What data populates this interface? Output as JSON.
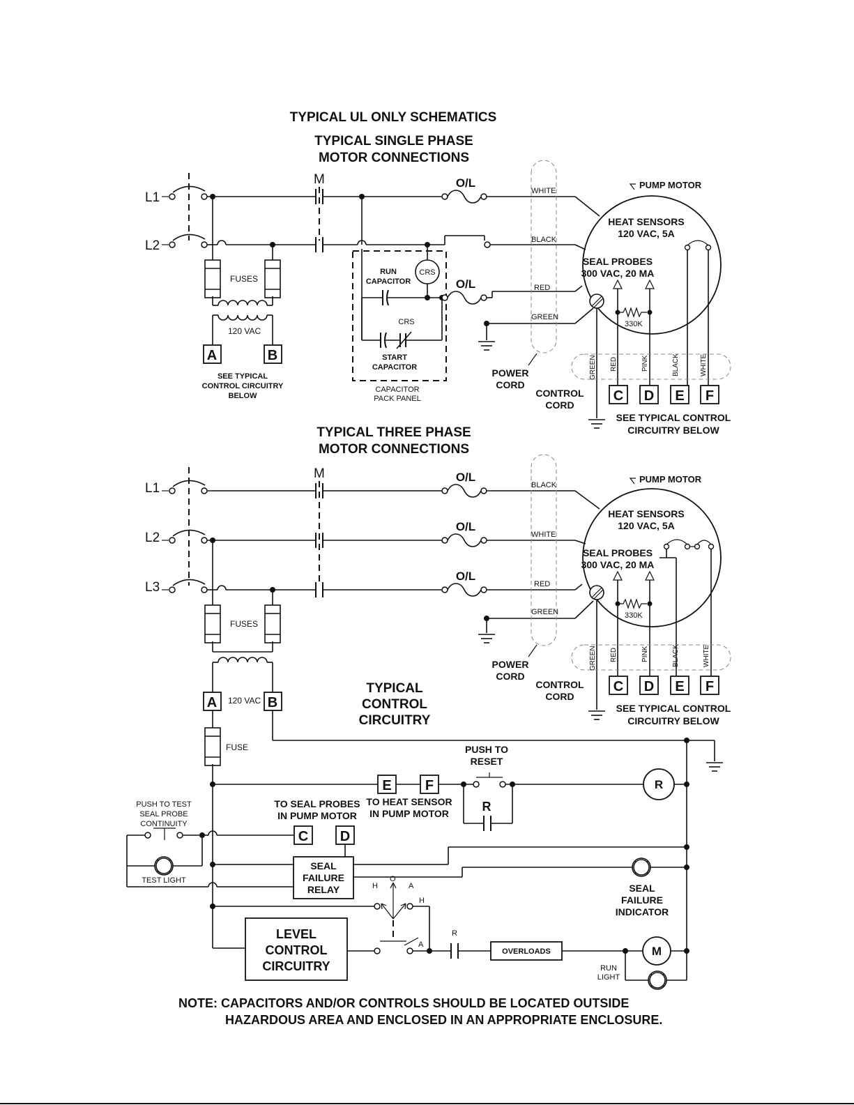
{
  "titles": {
    "main": "TYPICAL UL ONLY SCHEMATICS",
    "single_phase_1": "TYPICAL SINGLE PHASE",
    "single_phase_2": "MOTOR CONNECTIONS",
    "three_phase_1": "TYPICAL THREE PHASE",
    "three_phase_2": "MOTOR CONNECTIONS",
    "control_1": "TYPICAL",
    "control_2": "CONTROL",
    "control_3": "CIRCUITRY"
  },
  "lines": {
    "l1": "L1",
    "l2": "L2",
    "l3": "L3"
  },
  "labels": {
    "m": "M",
    "ol": "O/L",
    "fuses": "FUSES",
    "fuse": "FUSE",
    "vac120": "120 VAC",
    "see_ctrl_1": "SEE TYPICAL",
    "see_ctrl_2": "CONTROL CIRCUITRY",
    "see_ctrl_3": "BELOW",
    "run_cap_1": "RUN",
    "run_cap_2": "CAPACITOR",
    "crs": "CRS",
    "start_cap_1": "START",
    "start_cap_2": "CAPACITOR",
    "cap_pack_1": "CAPACITOR",
    "cap_pack_2": "PACK PANEL",
    "power_cord_1": "POWER",
    "power_cord_2": "CORD",
    "control_cord_1": "CONTROL",
    "control_cord_2": "CORD",
    "pump_motor": "PUMP MOTOR",
    "heat_1": "HEAT SENSORS",
    "heat_2": "120 VAC, 5A",
    "seal_1": "SEAL PROBES",
    "seal_2": "300 VAC, 20 MA",
    "r330k": "330K",
    "see_below_1": "SEE TYPICAL CONTROL",
    "see_below_2": "CIRCUITRY BELOW",
    "push_reset_1": "PUSH TO",
    "push_reset_2": "RESET",
    "r": "R",
    "push_test_1": "PUSH TO TEST",
    "push_test_2": "SEAL PROBE",
    "push_test_3": "CONTINUITY",
    "test_light": "TEST LIGHT",
    "to_seal_1": "TO SEAL PROBES",
    "to_seal_2": "IN PUMP MOTOR",
    "to_heat_1": "TO HEAT SENSOR",
    "to_heat_2": "IN PUMP MOTOR",
    "sfr_1": "SEAL",
    "sfr_2": "FAILURE",
    "sfr_3": "RELAY",
    "sfi_1": "SEAL",
    "sfi_2": "FAILURE",
    "sfi_3": "INDICATOR",
    "h": "H",
    "o": "O",
    "a": "A",
    "level_1": "LEVEL",
    "level_2": "CONTROL",
    "level_3": "CIRCUITRY",
    "overloads": "OVERLOADS",
    "run_light_1": "RUN",
    "run_light_2": "LIGHT"
  },
  "wires_single": {
    "white": "WHITE",
    "black": "BLACK",
    "red": "RED",
    "green": "GREEN"
  },
  "wires_three": {
    "black": "BLACK",
    "white": "WHITE",
    "red": "RED",
    "green": "GREEN"
  },
  "control_wires": {
    "green": "GREEN",
    "red": "RED",
    "pink": "PINK",
    "black": "BLACK",
    "white": "WHITE"
  },
  "terminals": {
    "a": "A",
    "b": "B",
    "c": "C",
    "d": "D",
    "e": "E",
    "f": "F"
  },
  "note": {
    "line1": "NOTE: CAPACITORS AND/OR CONTROLS SHOULD BE LOCATED OUTSIDE",
    "line2": "HAZARDOUS AREA AND ENCLOSED IN AN APPROPRIATE ENCLOSURE."
  }
}
